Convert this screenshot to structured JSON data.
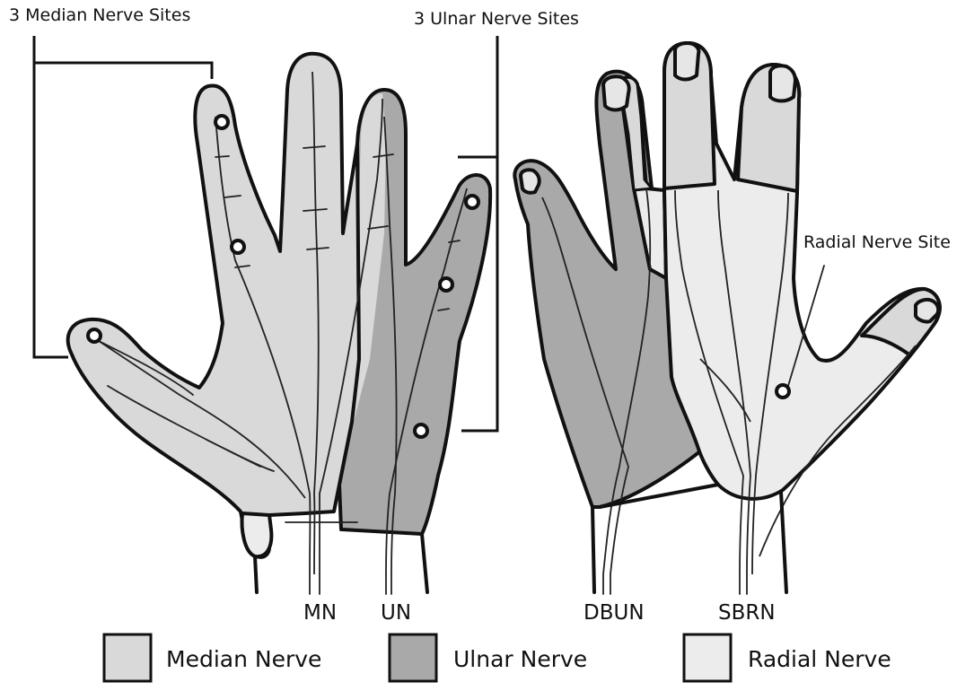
{
  "colors": {
    "median": "#d9d9d9",
    "ulnar": "#a9a9a9",
    "radial": "#ececec",
    "outline": "#111111"
  },
  "annotations": {
    "median_sites": "3 Median Nerve Sites",
    "ulnar_sites": "3 Ulnar Nerve Sites",
    "radial_site": "Radial Nerve Site"
  },
  "nerve_labels": {
    "mn": "MN",
    "un": "UN",
    "dbun": "DBUN",
    "sbrn": "SBRN"
  },
  "legend": [
    {
      "label": "Median Nerve",
      "color": "#d9d9d9"
    },
    {
      "label": "Ulnar Nerve",
      "color": "#a9a9a9"
    },
    {
      "label": "Radial Nerve",
      "color": "#ececec"
    }
  ]
}
